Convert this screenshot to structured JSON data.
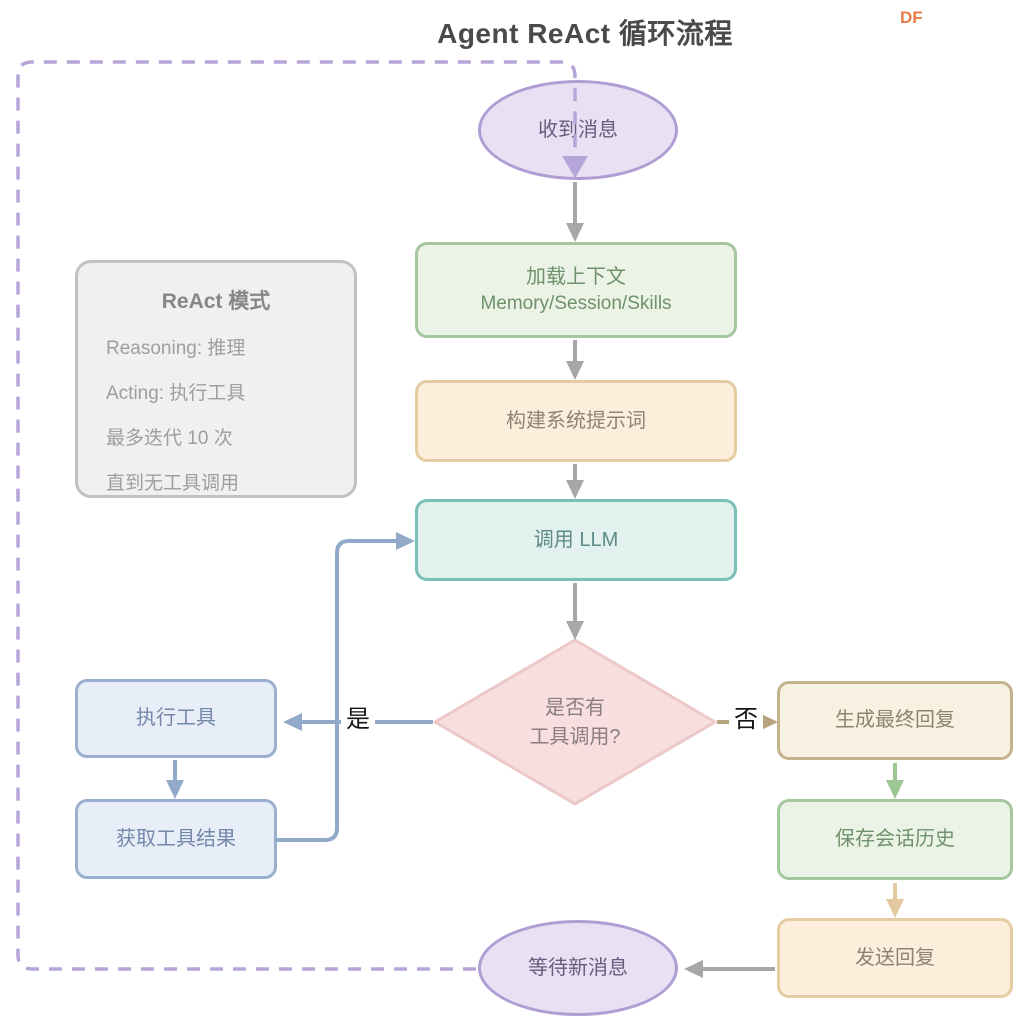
{
  "page": {
    "title": "Agent ReAct 循环流程",
    "logo_text": "DF"
  },
  "nodes": {
    "start": {
      "label": "收到消息"
    },
    "load_context": {
      "line1": "加载上下文",
      "line2": "Memory/Session/Skills"
    },
    "build_prompt": {
      "label": "构建系统提示词"
    },
    "call_llm": {
      "label": "调用 LLM"
    },
    "decision": {
      "line1": "是否有",
      "line2": "工具调用?"
    },
    "exec_tool": {
      "label": "执行工具"
    },
    "get_tool_result": {
      "label": "获取工具结果"
    },
    "final_reply": {
      "label": "生成最终回复"
    },
    "save_history": {
      "label": "保存会话历史"
    },
    "send_reply": {
      "label": "发送回复"
    },
    "wait_new_message": {
      "label": "等待新消息"
    }
  },
  "note": {
    "title": "ReAct 模式",
    "lines": [
      "Reasoning: 推理",
      "Acting: 执行工具",
      "最多迭代 10 次",
      "直到无工具调用"
    ]
  },
  "edge_labels": {
    "yes": "是",
    "no": "否"
  },
  "colors": {
    "title_text": "#4A4A4A",
    "logo": "#E87B43",
    "loop_dash": "#B5A5D8",
    "ellipse_fill": "#E8E1F3",
    "ellipse_border": "#AF9ED4",
    "green_fill": "#EAF3E6",
    "green_border": "#A5C79E",
    "peach_fill": "#FCEEDB",
    "peach_border": "#E5CCA2",
    "teal_fill": "#E2F1EE",
    "teal_border": "#7AC0B8",
    "pink_fill": "#F8DEDE",
    "pink_border": "#ECC8C8",
    "blue_fill": "#E8EEF7",
    "blue_border": "#9AAECE",
    "beige_fill": "#F7F1E2",
    "beige_border": "#C3B28D",
    "note_fill": "#F0F0F0",
    "note_border": "#C2C2C2",
    "gray_arrow": "#A7A7A7",
    "blue_arrow": "#93A9C9",
    "green_arrow": "#9CC694",
    "tan_arrow": "#B7A57D",
    "peach_arrow": "#E2C9A0"
  }
}
